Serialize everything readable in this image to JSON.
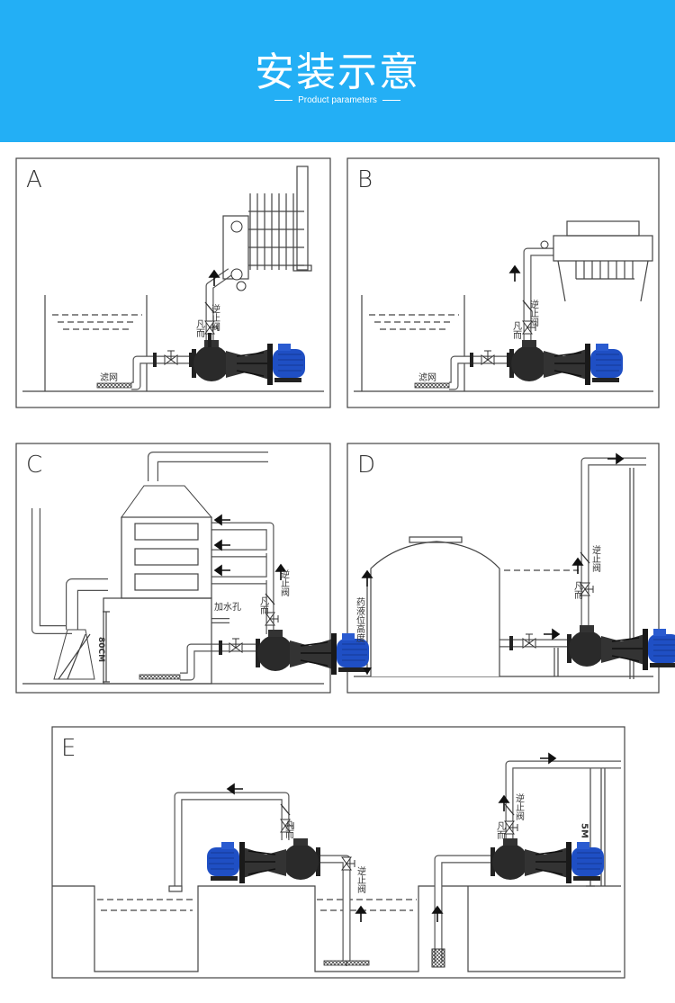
{
  "header": {
    "title": "安装示意",
    "subtitle": "Product parameters",
    "background_color": "#23aff5"
  },
  "panels": [
    {
      "letter": "A",
      "labels": {
        "filter": "滤网",
        "check_valve": "逆止阀",
        "valve": "凡而"
      }
    },
    {
      "letter": "B",
      "labels": {
        "filter": "滤网",
        "check_valve": "逆止阀",
        "valve": "凡而"
      }
    },
    {
      "letter": "C",
      "labels": {
        "check_valve": "逆止阀",
        "valve": "凡而",
        "fill_hole": "加水孔",
        "height": "80CM"
      }
    },
    {
      "letter": "D",
      "labels": {
        "check_valve": "逆止阀",
        "valve": "凡而",
        "level": "药液位高度"
      }
    },
    {
      "letter": "E",
      "labels": {
        "check_valve_left": "逆止阀",
        "valve_left": "凡而",
        "check_valve_right": "逆止阀",
        "valve_right": "凡而",
        "height": "5M"
      }
    }
  ],
  "colors": {
    "motor": "#1f4fc4",
    "pump_body": "#2a2a2a",
    "line": "#444444"
  }
}
